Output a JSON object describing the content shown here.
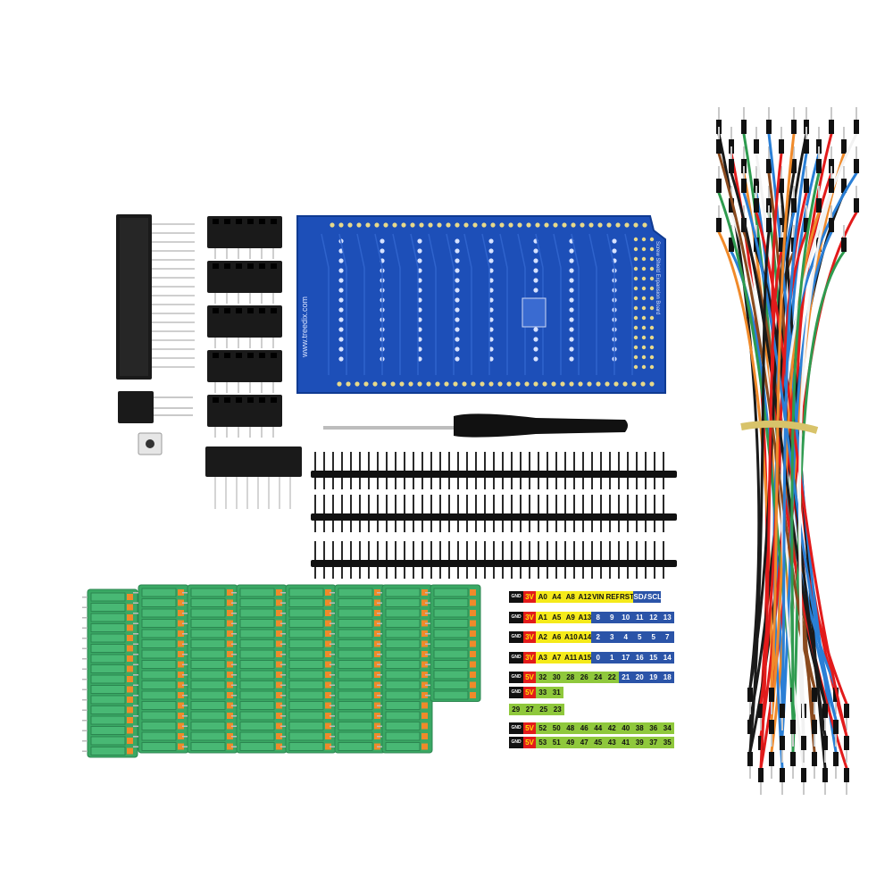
{
  "pcb": {
    "title": "Screw Shield Expansion Board",
    "url": "www.treedix.com"
  },
  "colors": {
    "pcb_blue": "#1d4fb8",
    "terminal_green": "#3aa864",
    "terminal_orange": "#f08a2a",
    "header_black": "#1a1a1a"
  },
  "label_rows": [
    {
      "cells": [
        {
          "t": "GND",
          "k": "gnd"
        },
        {
          "t": "3V",
          "k": "v3"
        },
        {
          "t": "A0",
          "k": "an"
        },
        {
          "t": "A4",
          "k": "an"
        },
        {
          "t": "A8",
          "k": "an"
        },
        {
          "t": "A12",
          "k": "an"
        },
        {
          "t": "VIN",
          "k": "an"
        },
        {
          "t": "REF",
          "k": "an"
        },
        {
          "t": "RST",
          "k": "an"
        },
        {
          "t": "SDA",
          "k": "dg"
        },
        {
          "t": "SCL",
          "k": "dg"
        }
      ]
    },
    {
      "cells": [
        {
          "t": "GND",
          "k": "gnd"
        },
        {
          "t": "3V",
          "k": "v3"
        },
        {
          "t": "A1",
          "k": "an"
        },
        {
          "t": "A5",
          "k": "an"
        },
        {
          "t": "A9",
          "k": "an"
        },
        {
          "t": "A13",
          "k": "an"
        },
        {
          "t": "8",
          "k": "dg"
        },
        {
          "t": "9",
          "k": "dg"
        },
        {
          "t": "10",
          "k": "dg"
        },
        {
          "t": "11",
          "k": "dg"
        },
        {
          "t": "12",
          "k": "dg"
        },
        {
          "t": "13",
          "k": "dg"
        }
      ]
    },
    {
      "cells": [
        {
          "t": "GND",
          "k": "gnd"
        },
        {
          "t": "3V",
          "k": "v3"
        },
        {
          "t": "A2",
          "k": "an"
        },
        {
          "t": "A6",
          "k": "an"
        },
        {
          "t": "A10",
          "k": "an"
        },
        {
          "t": "A14",
          "k": "an"
        },
        {
          "t": "2",
          "k": "dg"
        },
        {
          "t": "3",
          "k": "dg"
        },
        {
          "t": "4",
          "k": "dg"
        },
        {
          "t": "5",
          "k": "dg"
        },
        {
          "t": "5",
          "k": "dg"
        },
        {
          "t": "7",
          "k": "dg"
        }
      ]
    },
    {
      "cells": [
        {
          "t": "GND",
          "k": "gnd"
        },
        {
          "t": "3V",
          "k": "v3"
        },
        {
          "t": "A3",
          "k": "an"
        },
        {
          "t": "A7",
          "k": "an"
        },
        {
          "t": "A11",
          "k": "an"
        },
        {
          "t": "A15",
          "k": "an"
        },
        {
          "t": "0",
          "k": "dg"
        },
        {
          "t": "1",
          "k": "dg"
        },
        {
          "t": "17",
          "k": "dg"
        },
        {
          "t": "16",
          "k": "dg"
        },
        {
          "t": "15",
          "k": "dg"
        },
        {
          "t": "14",
          "k": "dg"
        }
      ]
    },
    {
      "cells": [
        {
          "t": "GND",
          "k": "gnd"
        },
        {
          "t": "5V",
          "k": "v5"
        },
        {
          "t": "32",
          "k": "gr"
        },
        {
          "t": "30",
          "k": "gr"
        },
        {
          "t": "28",
          "k": "gr"
        },
        {
          "t": "26",
          "k": "gr"
        },
        {
          "t": "24",
          "k": "gr"
        },
        {
          "t": "22",
          "k": "gr"
        },
        {
          "t": "21",
          "k": "dg"
        },
        {
          "t": "20",
          "k": "dg"
        },
        {
          "t": "19",
          "k": "dg"
        },
        {
          "t": "18",
          "k": "dg"
        }
      ]
    },
    {
      "cells": [
        {
          "t": "GND",
          "k": "gnd"
        },
        {
          "t": "5V",
          "k": "v5"
        },
        {
          "t": "33",
          "k": "gr"
        },
        {
          "t": "31",
          "k": "gr"
        }
      ]
    },
    {
      "cells": [
        {
          "t": "29",
          "k": "gr"
        },
        {
          "t": "27",
          "k": "gr"
        },
        {
          "t": "25",
          "k": "gr"
        },
        {
          "t": "23",
          "k": "gr"
        }
      ]
    },
    {
      "cells": [
        {
          "t": "GND",
          "k": "gnd"
        },
        {
          "t": "5V",
          "k": "v5"
        },
        {
          "t": "52",
          "k": "gr"
        },
        {
          "t": "50",
          "k": "gr"
        },
        {
          "t": "48",
          "k": "gr"
        },
        {
          "t": "46",
          "k": "gr"
        },
        {
          "t": "44",
          "k": "gr"
        },
        {
          "t": "42",
          "k": "gr"
        },
        {
          "t": "40",
          "k": "gr"
        },
        {
          "t": "38",
          "k": "gr"
        },
        {
          "t": "36",
          "k": "gr"
        },
        {
          "t": "34",
          "k": "gr"
        }
      ]
    },
    {
      "cells": [
        {
          "t": "GND",
          "k": "gnd"
        },
        {
          "t": "5V",
          "k": "v5"
        },
        {
          "t": "53",
          "k": "gr"
        },
        {
          "t": "51",
          "k": "gr"
        },
        {
          "t": "49",
          "k": "gr"
        },
        {
          "t": "47",
          "k": "gr"
        },
        {
          "t": "45",
          "k": "gr"
        },
        {
          "t": "43",
          "k": "gr"
        },
        {
          "t": "41",
          "k": "gr"
        },
        {
          "t": "39",
          "k": "gr"
        },
        {
          "t": "37",
          "k": "gr"
        },
        {
          "t": "35",
          "k": "gr"
        }
      ]
    }
  ]
}
